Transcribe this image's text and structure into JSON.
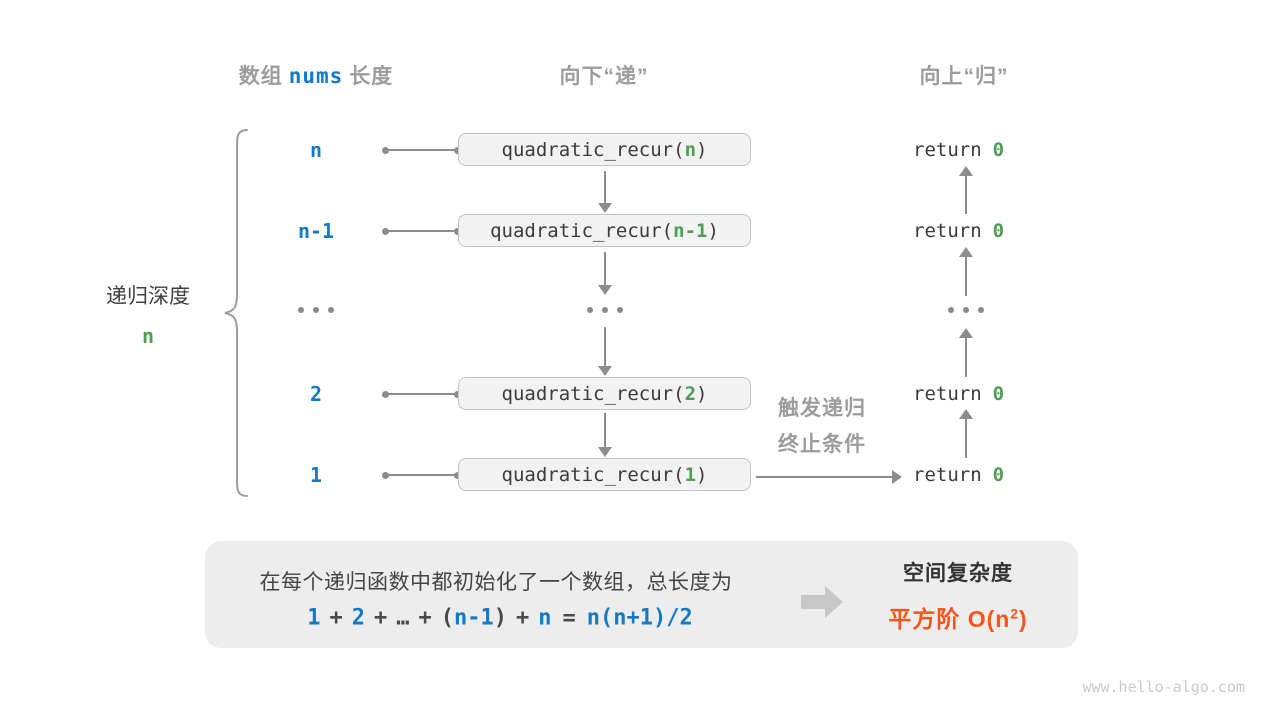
{
  "headers": {
    "array_label_prefix": "数组",
    "array_label_code": "nums",
    "array_label_suffix": "长度",
    "downward": "向下“递”",
    "upward": "向上“归”"
  },
  "depth": {
    "label": "递归深度",
    "value": "n"
  },
  "call_prefix": "quadratic_recur(",
  "call_suffix": ")",
  "return_keyword": "return",
  "rows": [
    {
      "label": "n",
      "arg": "n",
      "ret": "0"
    },
    {
      "label": "n-1",
      "arg": "n-1",
      "ret": "0"
    },
    {
      "label": "2",
      "arg": "2",
      "ret": "0"
    },
    {
      "label": "1",
      "arg": "1",
      "ret": "0"
    }
  ],
  "trigger_note": {
    "line1": "触发递归",
    "line2": "终止条件"
  },
  "summary": {
    "description": "在每个递归函数中都初始化了一个数组，总长度为",
    "formula": {
      "t1": "1",
      "op1": "+",
      "t2": "2",
      "op2": "+",
      "ellipsis": "…",
      "op3": "+",
      "lparen": "(",
      "t3": "n-1",
      "rparen": ")",
      "op4": "+",
      "t4": "n",
      "equals": "=",
      "result": "n(n+1)/2"
    },
    "complexity_title": "空间复杂度",
    "complexity_prefix": "平方阶 O(n",
    "complexity_sup": "2",
    "complexity_suffix": ")"
  },
  "watermark": "www.hello-algo.com",
  "colors": {
    "blue": "#1779c4",
    "green": "#4f9e53",
    "orange": "#fa541c",
    "gray": "#9c9c9c"
  }
}
